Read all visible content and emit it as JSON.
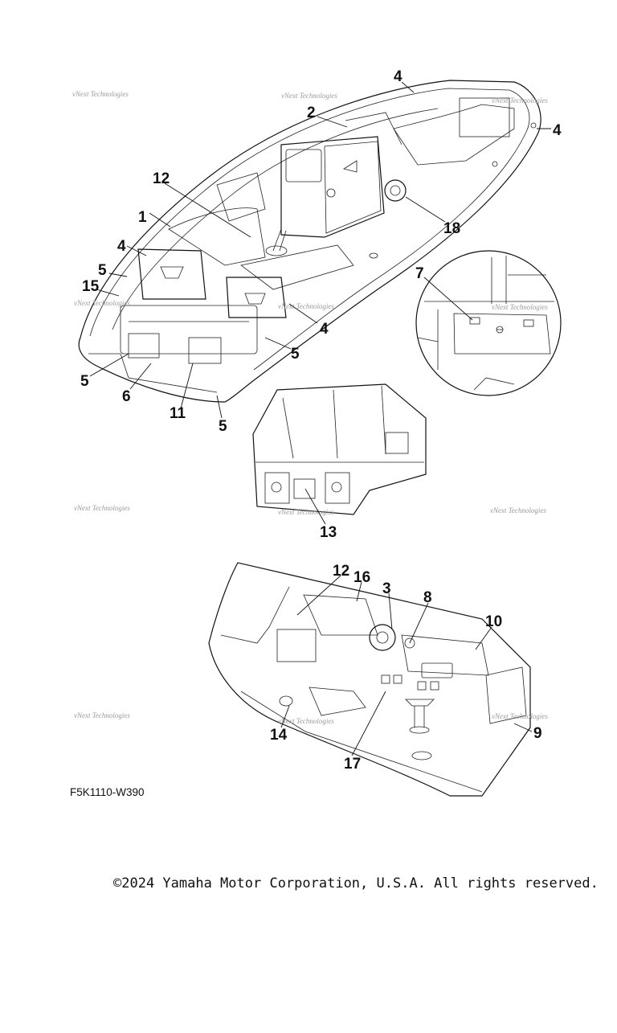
{
  "diagram": {
    "part_code": "F5K1110-W390",
    "copyright": "©2024 Yamaha Motor Corporation, U.S.A. All rights reserved.",
    "watermark_text": "vNext Technologies",
    "callouts": [
      "1",
      "2",
      "4",
      "4",
      "12",
      "18",
      "4",
      "5",
      "15",
      "4",
      "5",
      "5",
      "6",
      "11",
      "5",
      "7",
      "13",
      "12",
      "16",
      "3",
      "8",
      "10",
      "14",
      "17",
      "9"
    ]
  }
}
